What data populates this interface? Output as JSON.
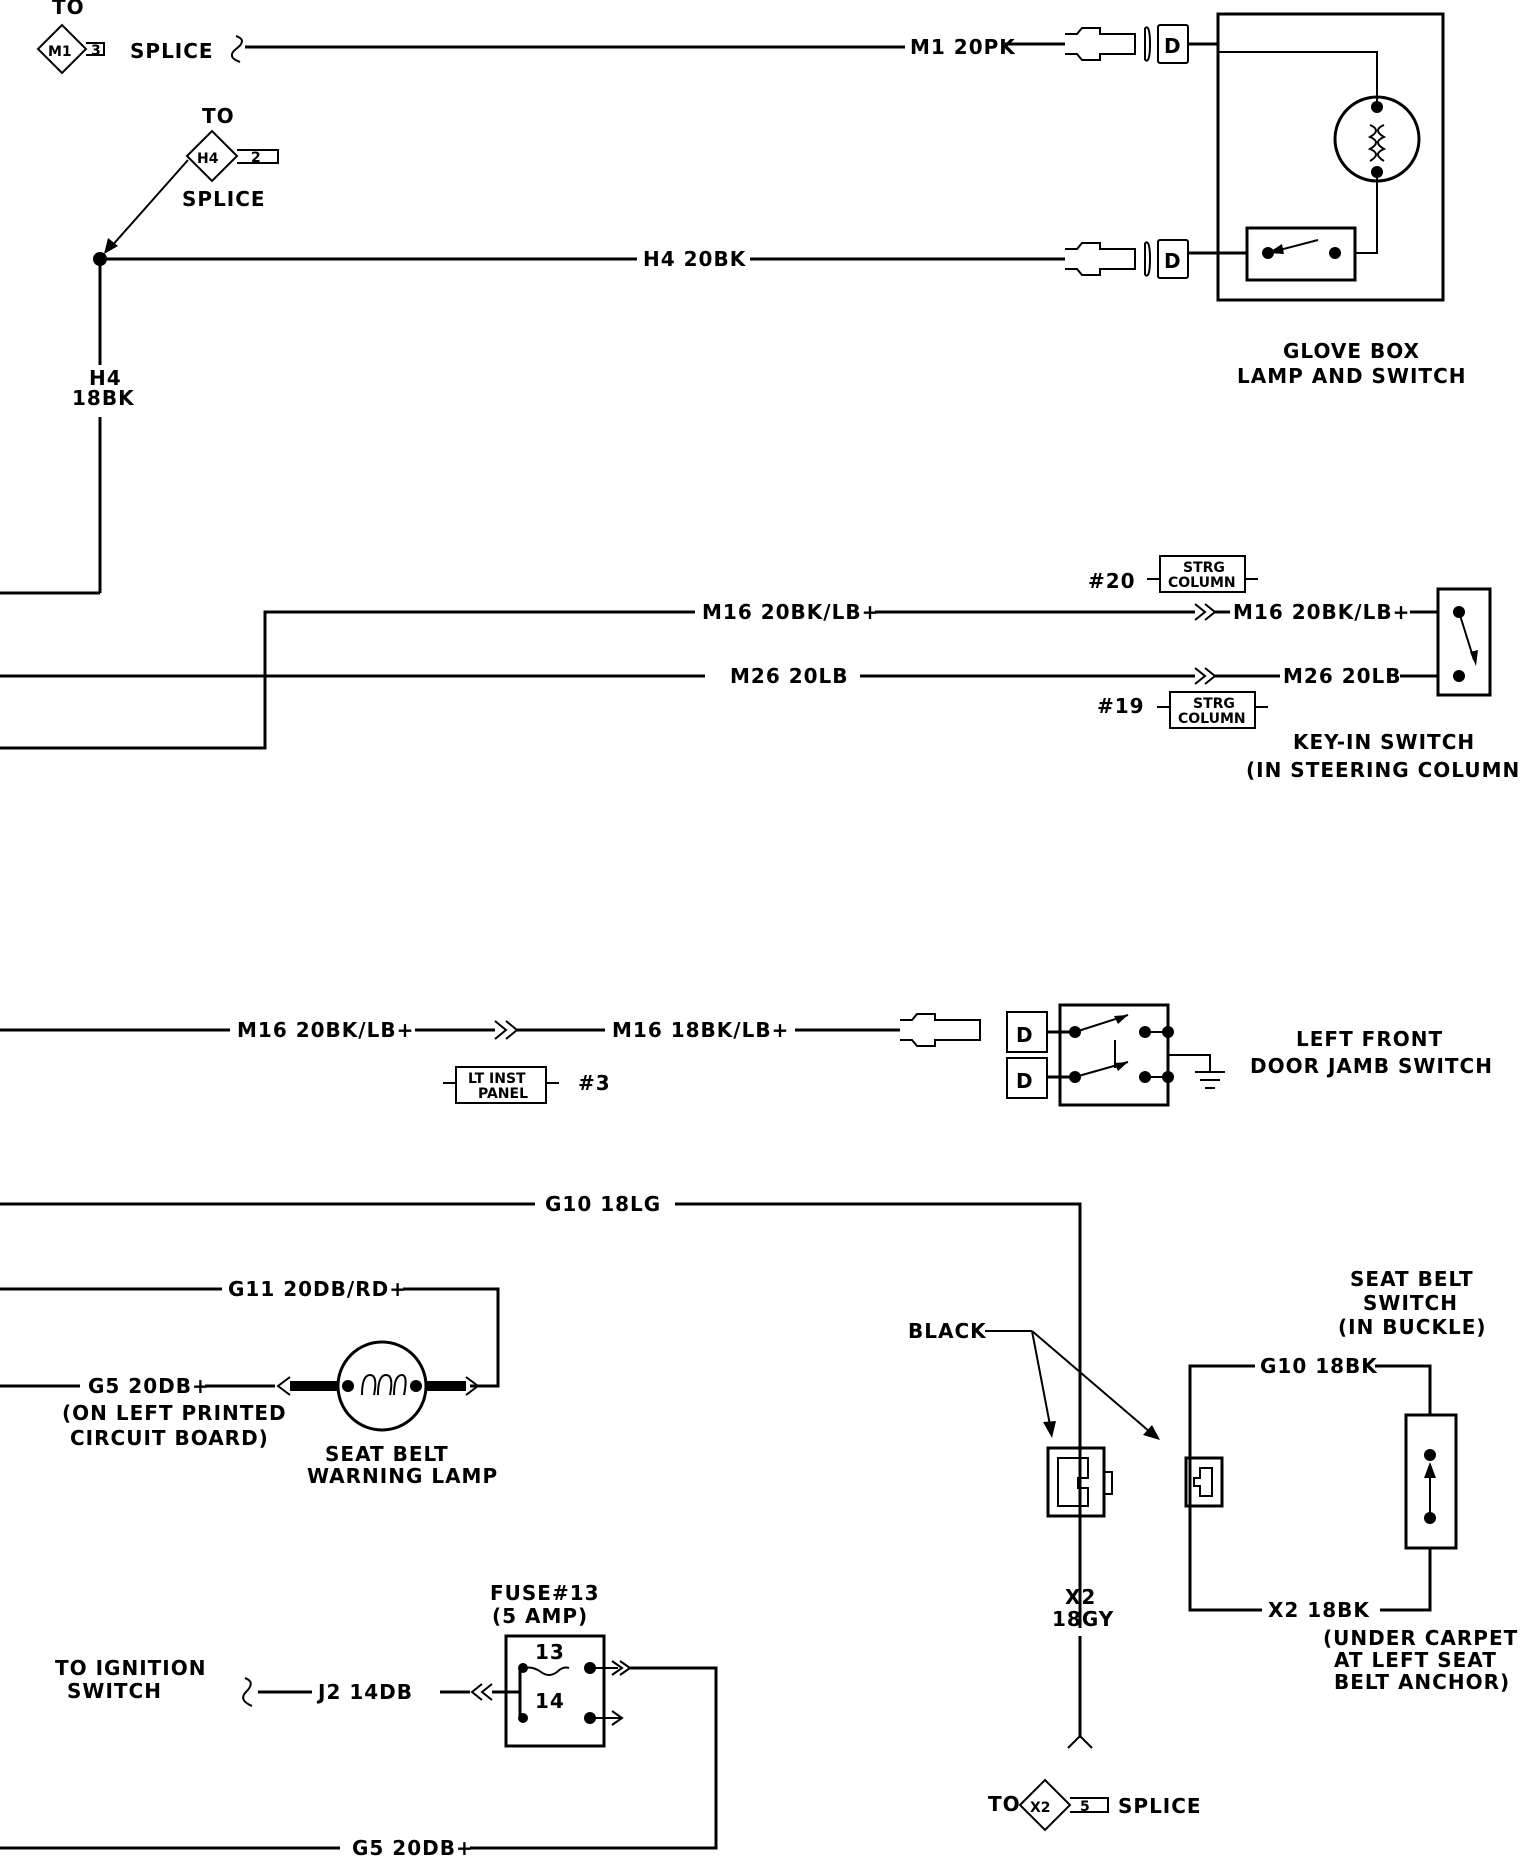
{
  "labels": {
    "to_m1": "TO",
    "m1_code": "M1",
    "m1_num": "3",
    "m1_splice": "SPLICE",
    "to_h4": "TO",
    "h4_code": "H4",
    "h4_num": "2",
    "h4_splice": "SPLICE",
    "h4_18bk_a": "H4",
    "h4_18bk_b": "18BK",
    "m1_20pk": "M1 20PK",
    "h4_20bk": "H4 20BK",
    "glove_1": "GLOVE BOX",
    "glove_2": "LAMP AND SWITCH",
    "c20_num": "#20",
    "c20_box_1": "STRG",
    "c20_box_2": "COLUMN",
    "c19_num": "#19",
    "c19_box_1": "STRG",
    "c19_box_2": "COLUMN",
    "m16_left": "M16 20BK/LB+",
    "m16_right": "M16 20BK/LB+",
    "m26_left": "M26 20LB",
    "m26_right": "M26 20LB",
    "keyin_1": "KEY-IN SWITCH",
    "keyin_2": "(IN STEERING COLUMN",
    "m16_door_left": "M16 20BK/LB+",
    "m16_door_right": "M16 18BK/LB+",
    "lt_box_1": "LT INST",
    "lt_box_2": "PANEL",
    "lt_num": "#3",
    "door_1": "LEFT FRONT",
    "door_2": "DOOR JAMB SWITCH",
    "g10_18lg": "G10 18LG",
    "g11": "G11 20DB/RD+",
    "g5_top": "G5 20DB+",
    "pcb_1": "(ON LEFT PRINTED",
    "pcb_2": "CIRCUIT BOARD)",
    "swl_1": "SEAT BELT",
    "swl_2": "WARNING LAMP",
    "black": "BLACK",
    "sbs_1": "SEAT BELT",
    "sbs_2": "SWITCH",
    "sbs_3": "(IN BUCKLE)",
    "g10_18bk": "G10 18BK",
    "x2_18bk": "X2 18BK",
    "x2_vert_1": "X2",
    "x2_vert_2": "18GY",
    "carpet_1": "(UNDER CARPET",
    "carpet_2": "AT LEFT SEAT",
    "carpet_3": "BELT ANCHOR)",
    "fuse_1": "FUSE#13",
    "fuse_2": "(5 AMP)",
    "fuse_13": "13",
    "fuse_14": "14",
    "ign_1": "TO IGNITION",
    "ign_2": "SWITCH",
    "j2": "J2 14DB",
    "g5_bottom": "G5 20DB+",
    "to_x2": "TO",
    "x2_code": "X2",
    "x2_num": "5",
    "x2_splice": "SPLICE",
    "d1": "D",
    "d2": "D",
    "d3": "D",
    "d4": "D"
  }
}
